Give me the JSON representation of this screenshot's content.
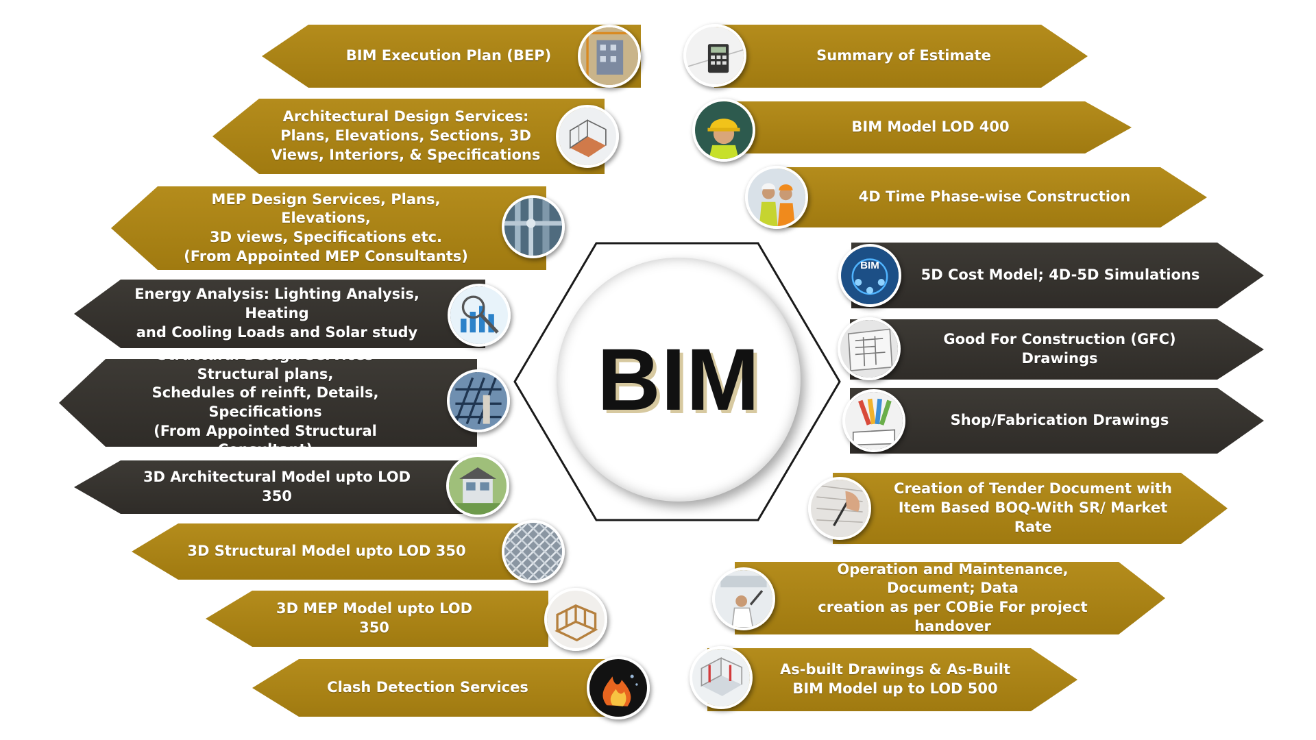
{
  "center": {
    "title": "BIM"
  },
  "colors": {
    "gold": "#a88214",
    "dark": "#35322d",
    "text": "#ffffff"
  },
  "left_services": [
    {
      "label": "BIM Execution Plan (BEP)",
      "icon": "building-icon",
      "style": "gold"
    },
    {
      "label": "Architectural Design Services:\nPlans, Elevations, Sections, 3D\nViews, Interiors, & Specifications",
      "icon": "architecture-icon",
      "style": "gold"
    },
    {
      "label": "MEP Design Services, Plans, Elevations,\n3D views, Specifications etc.\n(From Appointed MEP Consultants)",
      "icon": "pipes-icon",
      "style": "gold"
    },
    {
      "label": "Energy Analysis: Lighting Analysis, Heating\nand Cooling Loads and Solar study",
      "icon": "energy-chart-icon",
      "style": "dark"
    },
    {
      "label": "Structural Design Services Structural plans,\nSchedules of reinft, Details, Specifications\n(From Appointed Structural Consultant)",
      "icon": "structure-icon",
      "style": "dark"
    },
    {
      "label": "3D Architectural Model upto LOD 350",
      "icon": "house-model-icon",
      "style": "dark"
    },
    {
      "label": "3D Structural Model upto LOD 350",
      "icon": "lattice-icon",
      "style": "gold"
    },
    {
      "label": "3D MEP Model upto LOD 350",
      "icon": "wood-frame-icon",
      "style": "gold"
    },
    {
      "label": "Clash Detection Services",
      "icon": "fire-icon",
      "style": "gold"
    }
  ],
  "right_services": [
    {
      "label": "Summary of Estimate",
      "icon": "calculator-icon",
      "style": "gold"
    },
    {
      "label": "BIM Model LOD 400",
      "icon": "engineer-helmet-icon",
      "style": "gold"
    },
    {
      "label": "4D Time Phase-wise Construction",
      "icon": "workers-icon",
      "style": "gold"
    },
    {
      "label": "5D Cost Model; 4D-5D Simulations",
      "icon": "bim-tech-icon",
      "style": "dark",
      "icon_text": "BIM"
    },
    {
      "label": "Good For Construction (GFC) Drawings",
      "icon": "drawing-sheet-icon",
      "style": "dark"
    },
    {
      "label": "Shop/Fabrication Drawings",
      "icon": "swatches-icon",
      "style": "dark"
    },
    {
      "label": "Creation of Tender Document with\nItem Based BOQ-With SR/ Market Rate",
      "icon": "writing-hand-icon",
      "style": "gold"
    },
    {
      "label": "Operation and Maintenance, Document; Data\ncreation as per COBie For project handover",
      "icon": "maintenance-icon",
      "style": "gold"
    },
    {
      "label": "As-built Drawings & As-Built\nBIM Model up to LOD 500",
      "icon": "as-built-model-icon",
      "style": "gold"
    }
  ]
}
